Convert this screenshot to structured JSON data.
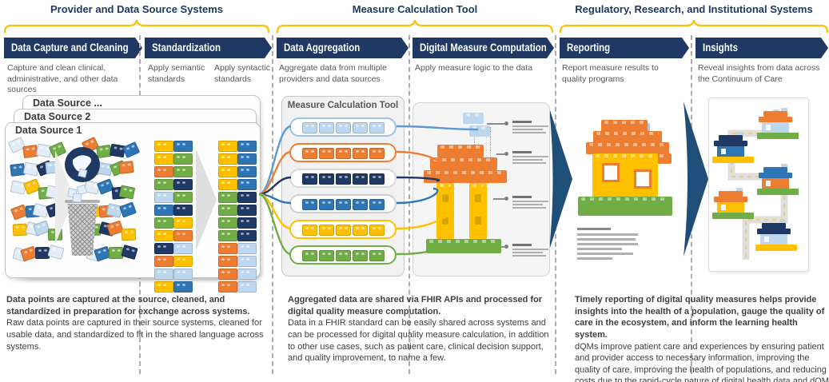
{
  "groups": [
    {
      "title": "Provider and Data Source Systems"
    },
    {
      "title": "Measure Calculation Tool"
    },
    {
      "title": "Regulatory, Research, and Institutional Systems"
    }
  ],
  "stages": [
    {
      "label": "Data Capture and Cleaning",
      "descriptions": [
        "Capture and clean clinical, administrative, and other data sources"
      ]
    },
    {
      "label": "Standardization",
      "descriptions": [
        "Apply semantic standards",
        "Apply syntactic standards"
      ]
    },
    {
      "label": "Data Aggregation",
      "descriptions": [
        "Aggregate data from multiple providers and data sources"
      ]
    },
    {
      "label": "Digital Measure Computation",
      "descriptions": [
        "Apply measure logic to the data"
      ]
    },
    {
      "label": "Reporting",
      "descriptions": [
        "Report measure results to quality programs"
      ]
    },
    {
      "label": "Insights",
      "descriptions": [
        "Reveal insights from data across the Continuum of Care"
      ]
    }
  ],
  "data_source_tabs": [
    "Data Source ...",
    "Data Source 2",
    "Data Source 1"
  ],
  "mct_box_title": "Measure Calculation Tool",
  "notes": [
    {
      "lead": "Data points are captured at the source, cleaned, and standardized in preparation for exchange across systems.",
      "body": "Raw data points are captured in their source systems, cleaned for usable data, and standardized to fit in the shared language across systems."
    },
    {
      "lead": "Aggregated data are shared via FHIR APIs and processed for digital quality measure computation.",
      "body": "Data in a FHIR standard can be easily shared across systems and can be processed for digital quality measure calculation, in addition to other use cases, such as patient care, clinical decision support, and quality improvement, to name a few."
    },
    {
      "lead": "Timely reporting of digital quality measures helps provide insights into the health of a population, gauge the quality of care in the ecosystem, and inform the learning health system.",
      "body": "dQMs improve patient care and experiences by ensuring patient and provider access to necessary information, improving the quality of care, improving the health of populations, and reducing costs due to the rapid-cycle nature of digital health data and dQM calculation."
    }
  ],
  "colors": {
    "header_navy": "#1F3864",
    "brace_yellow": "#FFC000",
    "arrow_blue": "#1F4E79",
    "brick_navy": "#1F3864",
    "brick_blue": "#2E75B6",
    "brick_light_blue": "#BDD7EE",
    "brick_orange": "#ED7D31",
    "brick_yellow": "#FFC000",
    "brick_green": "#70AD47",
    "brick_ice": "#E2EDF8"
  }
}
